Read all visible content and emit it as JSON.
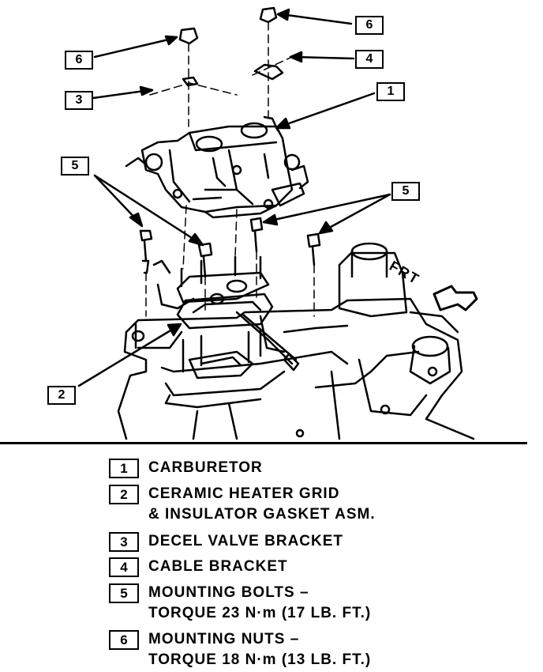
{
  "diagram": {
    "orientation_label": "FRT",
    "callouts": [
      {
        "id": "c6a",
        "num": "6"
      },
      {
        "id": "c6b",
        "num": "6"
      },
      {
        "id": "c4",
        "num": "4"
      },
      {
        "id": "c3",
        "num": "3"
      },
      {
        "id": "c1",
        "num": "1"
      },
      {
        "id": "c5a",
        "num": "5"
      },
      {
        "id": "c5b",
        "num": "5"
      },
      {
        "id": "c2",
        "num": "2"
      }
    ]
  },
  "legend": [
    {
      "num": "1",
      "lines": [
        "CARBURETOR"
      ]
    },
    {
      "num": "2",
      "lines": [
        "CERAMIC HEATER GRID",
        "& INSULATOR GASKET ASM."
      ]
    },
    {
      "num": "3",
      "lines": [
        "DECEL VALVE BRACKET"
      ]
    },
    {
      "num": "4",
      "lines": [
        "CABLE BRACKET"
      ]
    },
    {
      "num": "5",
      "lines": [
        "MOUNTING BOLTS –",
        "TORQUE 23 N·m (17 LB. FT.)"
      ]
    },
    {
      "num": "6",
      "lines": [
        "MOUNTING NUTS –",
        "TORQUE 18 N·m (13 LB. FT.)"
      ]
    }
  ]
}
